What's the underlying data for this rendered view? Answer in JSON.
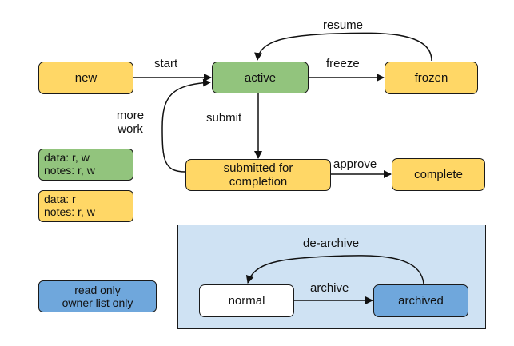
{
  "colors": {
    "yellow": "#ffd766",
    "green": "#92c47d",
    "blue": "#6fa7dc",
    "white": "#ffffff",
    "panel": "#cfe2f3"
  },
  "nodes": {
    "new": {
      "label": "new",
      "color": "#ffd766"
    },
    "active": {
      "label": "active",
      "color": "#92c47d"
    },
    "frozen": {
      "label": "frozen",
      "color": "#ffd766"
    },
    "submitted": {
      "label": "submitted for\ncompletion",
      "color": "#ffd766"
    },
    "complete": {
      "label": "complete",
      "color": "#ffd766"
    },
    "normal": {
      "label": "normal",
      "color": "#ffffff"
    },
    "archived": {
      "label": "archived",
      "color": "#6fa7dc"
    }
  },
  "edges": {
    "start": "start",
    "freeze": "freeze",
    "resume": "resume",
    "submit": "submit",
    "more_work": "more\nwork",
    "approve": "approve",
    "archive": "archive",
    "de_archive": "de-archive"
  },
  "legend": {
    "green": {
      "text": "data: r, w\nnotes: r, w",
      "color": "#92c47d"
    },
    "yellow": {
      "text": "data: r\nnotes: r, w",
      "color": "#ffd766"
    },
    "blue": {
      "text": "read only\nowner list only",
      "color": "#6fa7dc"
    }
  },
  "archive_panel": {
    "color": "#cfe2f3"
  }
}
